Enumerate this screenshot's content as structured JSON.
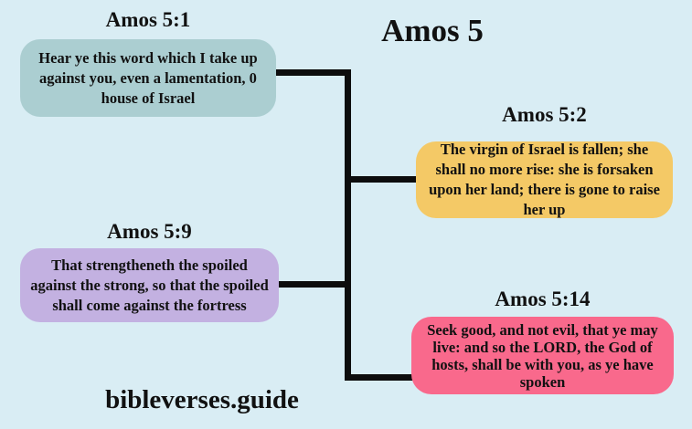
{
  "title": "Amos 5",
  "watermark": "bibleverses.guide",
  "background_color": "#d9edf4",
  "connector_color": "#0d0d0d",
  "text_color": "#111111",
  "nodes": [
    {
      "label": "Amos 5:1",
      "text": "Hear ye this word which I take up against you, even a lamentation, 0 house of Israel",
      "color": "#abced1"
    },
    {
      "label": "Amos 5:2",
      "text": "The virgin of Israel is fallen; she shall no more rise: she is forsaken upon her land; there is gone to raise her up",
      "color": "#f4c966"
    },
    {
      "label": "Amos 5:9",
      "text": "That strengtheneth the spoiled against the strong, so that the spoiled shall come against the fortress",
      "color": "#c3b1e1"
    },
    {
      "label": "Amos 5:14",
      "text": "Seek good, and not evil, that ye may live: and so the LORD, the God of hosts, shall be with you, as ye have spoken",
      "color": "#f9698c"
    }
  ]
}
